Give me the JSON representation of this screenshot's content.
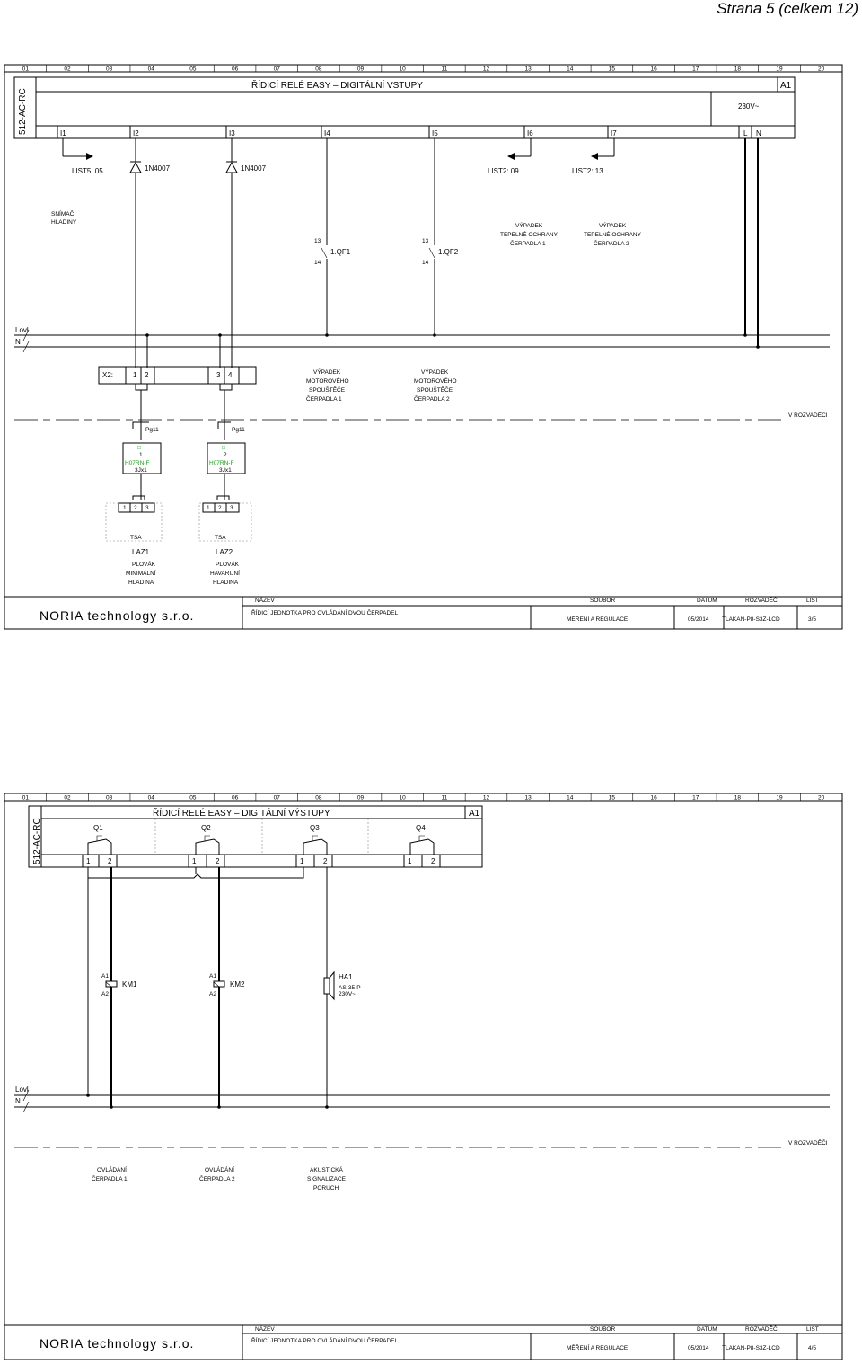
{
  "page_header": "Strana 5 (celkem 12)",
  "columns": [
    "01",
    "02",
    "03",
    "04",
    "05",
    "06",
    "07",
    "08",
    "09",
    "10",
    "11",
    "12",
    "13",
    "14",
    "15",
    "16",
    "17",
    "18",
    "19",
    "20"
  ],
  "sheet1": {
    "device": "512-AC-RC",
    "title": "ŘÍDICÍ RELÉ EASY  –  DIGITÁLNÍ VSTUPY",
    "ref": "A1",
    "supply": "230V~",
    "inputs": [
      "I1",
      "I2",
      "I3",
      "I4",
      "I5",
      "I6",
      "I7"
    ],
    "power_terms": [
      "L",
      "N"
    ],
    "links": {
      "list5": "LIST5: 05",
      "list2a": "LIST2: 09",
      "list2b": "LIST2: 13"
    },
    "diodes": [
      "1N4007",
      "1N4007"
    ],
    "sensor": [
      "SNÍMAČ",
      "HLADINY"
    ],
    "qf_contacts": [
      {
        "top": "13",
        "bottom": "14",
        "name": "1.QF1"
      },
      {
        "top": "13",
        "bottom": "14",
        "name": "1.QF2"
      }
    ],
    "thermal": [
      [
        "VÝPADEK",
        "TEPELNÉ OCHRANY",
        "ČERPADLA 1"
      ],
      [
        "VÝPADEK",
        "TEPELNÉ OCHRANY",
        "ČERPADLA 2"
      ]
    ],
    "bus": [
      "Lovl",
      "N"
    ],
    "terminal": {
      "label": "X2:",
      "numbers": [
        "1",
        "2",
        "3",
        "4"
      ]
    },
    "motor_trips": [
      [
        "VÝPADEK",
        "MOTOROVÉHO",
        "SPOUŠTĚČE",
        "ČERPADLA 1"
      ],
      [
        "VÝPADEK",
        "MOTOROVÉHO",
        "SPOUŠTĚČE",
        "ČERPADLA 2"
      ]
    ],
    "enclosure": "V ROZVADĚČI",
    "glands": [
      "Pg11",
      "Pg11"
    ],
    "cables": [
      {
        "num": "1",
        "type": "H07RN-F",
        "size": "3Jx1"
      },
      {
        "num": "2",
        "type": "H07RN-F",
        "size": "3Jx1"
      }
    ],
    "floats": [
      {
        "pins": [
          "1",
          "2",
          "3"
        ],
        "sub": "TSA",
        "name": "LAZ1",
        "desc": [
          "PLOVÁK",
          "MINIMÁLNÍ",
          "HLADINA"
        ]
      },
      {
        "pins": [
          "1",
          "2",
          "3"
        ],
        "sub": "TSA",
        "name": "LAZ2",
        "desc": [
          "PLOVÁK",
          "HAVARIJNÍ",
          "HLADINA"
        ]
      }
    ]
  },
  "sheet2": {
    "device": "512-AC-RC",
    "title": "ŘÍDICÍ RELÉ EASY  –  DIGITÁLNÍ VÝSTUPY",
    "ref": "A1",
    "outputs": [
      "Q1",
      "Q2",
      "Q3",
      "Q4"
    ],
    "pins": [
      "1",
      "2"
    ],
    "coils": [
      {
        "a1": "A1",
        "a2": "A2",
        "name": "KM1"
      },
      {
        "a1": "A1",
        "a2": "A2",
        "name": "KM2"
      }
    ],
    "horn": {
      "name": "HA1",
      "type": "AS-35-P",
      "voltage": "230V~"
    },
    "bus": [
      "Lovl",
      "N"
    ],
    "enclosure": "V ROZVADĚČI",
    "functions": [
      [
        "OVLÁDÁNÍ",
        "ČERPADLA 1"
      ],
      [
        "OVLÁDÁNÍ",
        "ČERPADLA 2"
      ],
      [
        "AKUSTICKÁ",
        "SIGNALIZACE",
        "PORUCH"
      ]
    ]
  },
  "title_block": {
    "company": "NORIA technology s.r.o.",
    "h_name": "NÁZEV",
    "h_file": "SOUBOR",
    "h_date": "DATUM",
    "h_panel": "ROZVADĚČ",
    "h_sheet": "LIST",
    "project": "ŘÍDICÍ JEDNOTKA PRO OVLÁDÁNÍ DVOU ČERPADEL",
    "file": "MĚŘENÍ A REGULACE",
    "date": "05/2014",
    "panel": "TLAKAN-P8-S3Z-LCD",
    "sheets": [
      "3/5",
      "4/5"
    ]
  }
}
